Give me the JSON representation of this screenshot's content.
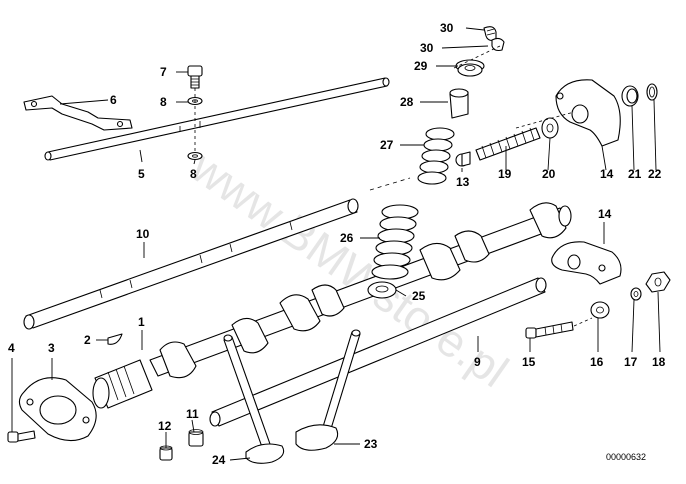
{
  "watermark": "www.BMWstore.pl",
  "diagram_code": "00000632",
  "callouts": [
    {
      "id": "30a",
      "text": "30"
    },
    {
      "id": "30b",
      "text": "30"
    },
    {
      "id": "29",
      "text": "29"
    },
    {
      "id": "7",
      "text": "7"
    },
    {
      "id": "6",
      "text": "6"
    },
    {
      "id": "8a",
      "text": "8"
    },
    {
      "id": "8b",
      "text": "8"
    },
    {
      "id": "5",
      "text": "5"
    },
    {
      "id": "28",
      "text": "28"
    },
    {
      "id": "27",
      "text": "27"
    },
    {
      "id": "13",
      "text": "13"
    },
    {
      "id": "19",
      "text": "19"
    },
    {
      "id": "20",
      "text": "20"
    },
    {
      "id": "14a",
      "text": "14"
    },
    {
      "id": "21",
      "text": "21"
    },
    {
      "id": "22",
      "text": "22"
    },
    {
      "id": "10",
      "text": "10"
    },
    {
      "id": "26",
      "text": "26"
    },
    {
      "id": "14b",
      "text": "14"
    },
    {
      "id": "25",
      "text": "25"
    },
    {
      "id": "1",
      "text": "1"
    },
    {
      "id": "2",
      "text": "2"
    },
    {
      "id": "4",
      "text": "4"
    },
    {
      "id": "3",
      "text": "3"
    },
    {
      "id": "9",
      "text": "9"
    },
    {
      "id": "15",
      "text": "15"
    },
    {
      "id": "16",
      "text": "16"
    },
    {
      "id": "17",
      "text": "17"
    },
    {
      "id": "18",
      "text": "18"
    },
    {
      "id": "11",
      "text": "11"
    },
    {
      "id": "12",
      "text": "12"
    },
    {
      "id": "23",
      "text": "23"
    },
    {
      "id": "24",
      "text": "24"
    }
  ]
}
